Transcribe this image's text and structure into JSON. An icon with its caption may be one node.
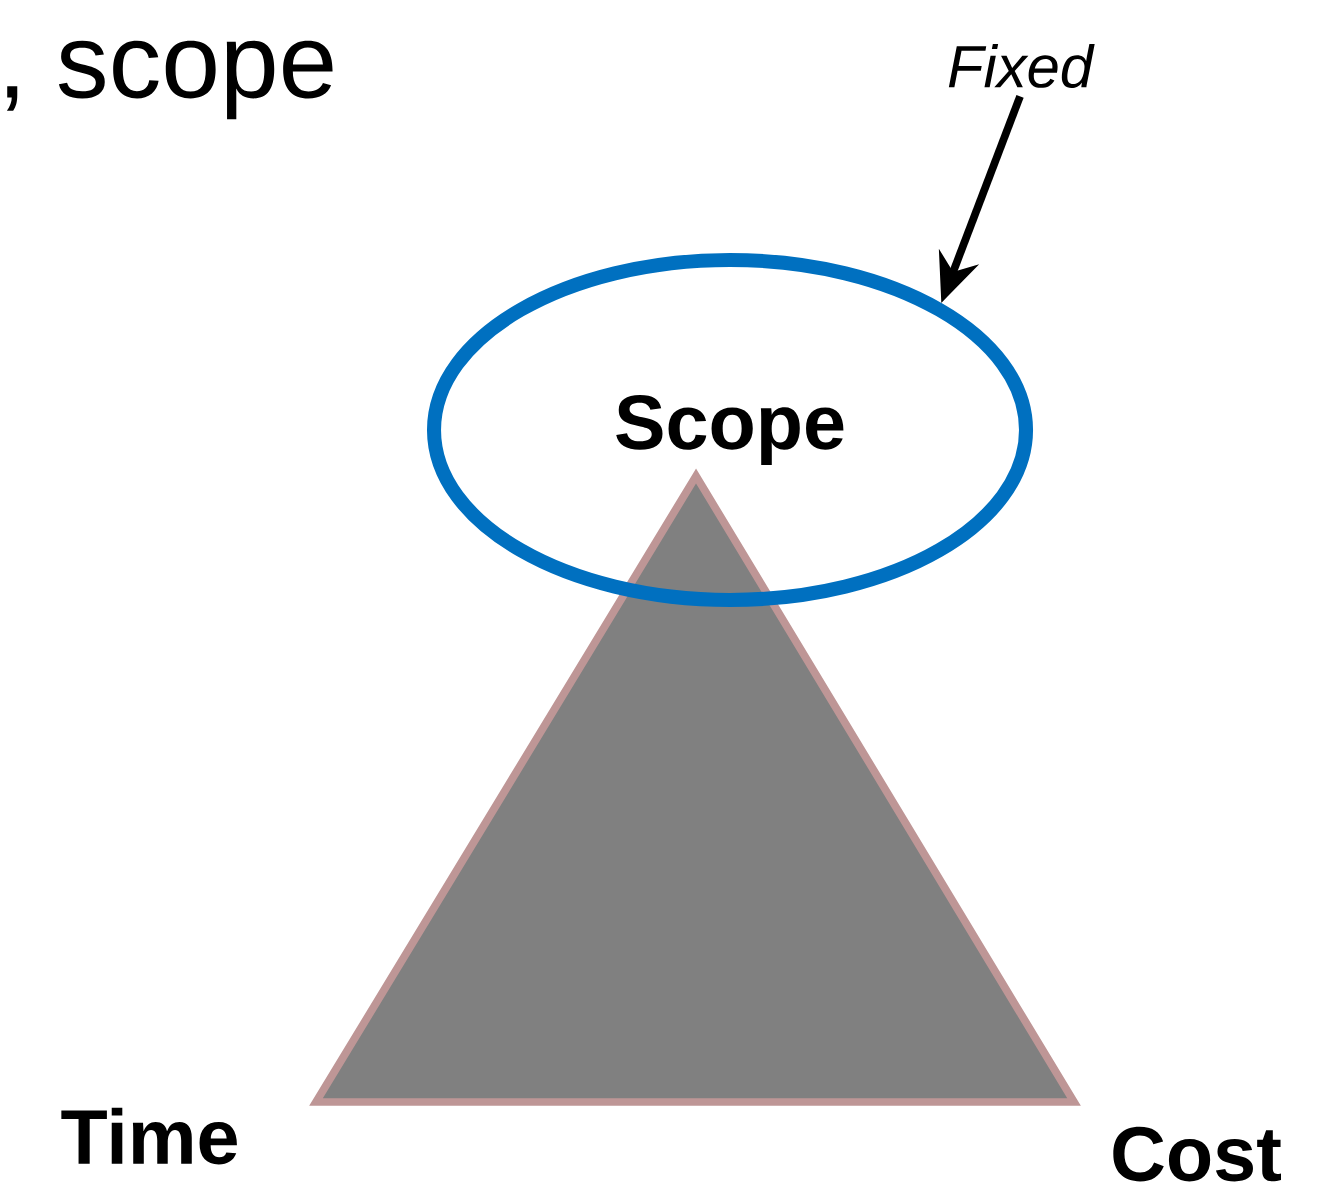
{
  "diagram": {
    "nodes": [
      {
        "text": [
          "Fixed"
        ]
      },
      {
        "text": [
          "Scope"
        ]
      }
    ],
    "edges": [
      {
        "from": 0,
        "to": 1,
        "arrow": "to"
      }
    ],
    "labels": [
      ", scope",
      "Time",
      "Cost"
    ]
  }
}
